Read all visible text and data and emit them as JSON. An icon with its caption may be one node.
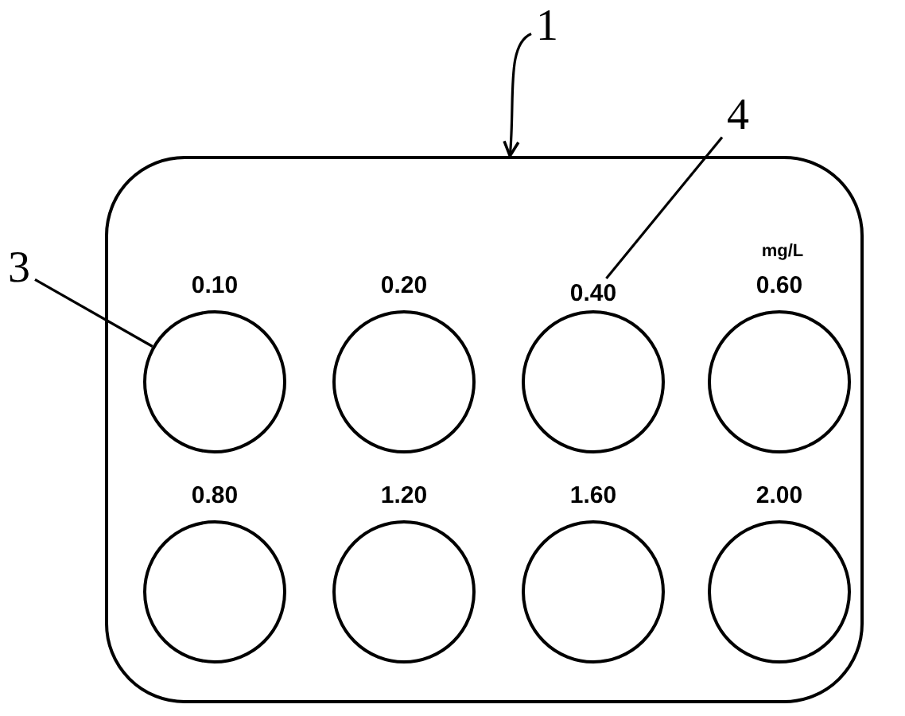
{
  "diagram": {
    "nodes": [
      {
        "text": [
          "1"
        ]
      },
      {
        "text": [],
        "shape": "box"
      },
      {
        "text": [
          "3"
        ]
      },
      {
        "text": [
          "4"
        ]
      },
      {
        "text": [],
        "shape": "circle",
        "in": 1,
        "beside": [
          "0.10"
        ]
      },
      {
        "text": [],
        "shape": "circle",
        "in": 1,
        "beside": [
          "0.20"
        ]
      },
      {
        "text": [
          "0.40"
        ],
        "in": 1
      },
      {
        "text": [],
        "shape": "circle",
        "in": 1
      },
      {
        "text": [],
        "shape": "circle",
        "in": 1,
        "beside": [
          "0.60"
        ]
      },
      {
        "text": [],
        "shape": "circle",
        "in": 1,
        "beside": [
          "0.80"
        ]
      },
      {
        "text": [],
        "shape": "circle",
        "in": 1,
        "beside": [
          "1.20"
        ]
      },
      {
        "text": [],
        "shape": "circle",
        "in": 1,
        "beside": [
          "1.60"
        ]
      },
      {
        "text": [],
        "shape": "circle",
        "in": 1,
        "beside": [
          "2.00"
        ]
      }
    ],
    "edges": [
      {
        "from": 0,
        "to": 1,
        "arrow": "to"
      },
      {
        "from": 2,
        "to": 4,
        "arrow": "none"
      },
      {
        "from": 3,
        "to": 6,
        "arrow": "none"
      }
    ],
    "labels": [
      "mg/L"
    ]
  }
}
